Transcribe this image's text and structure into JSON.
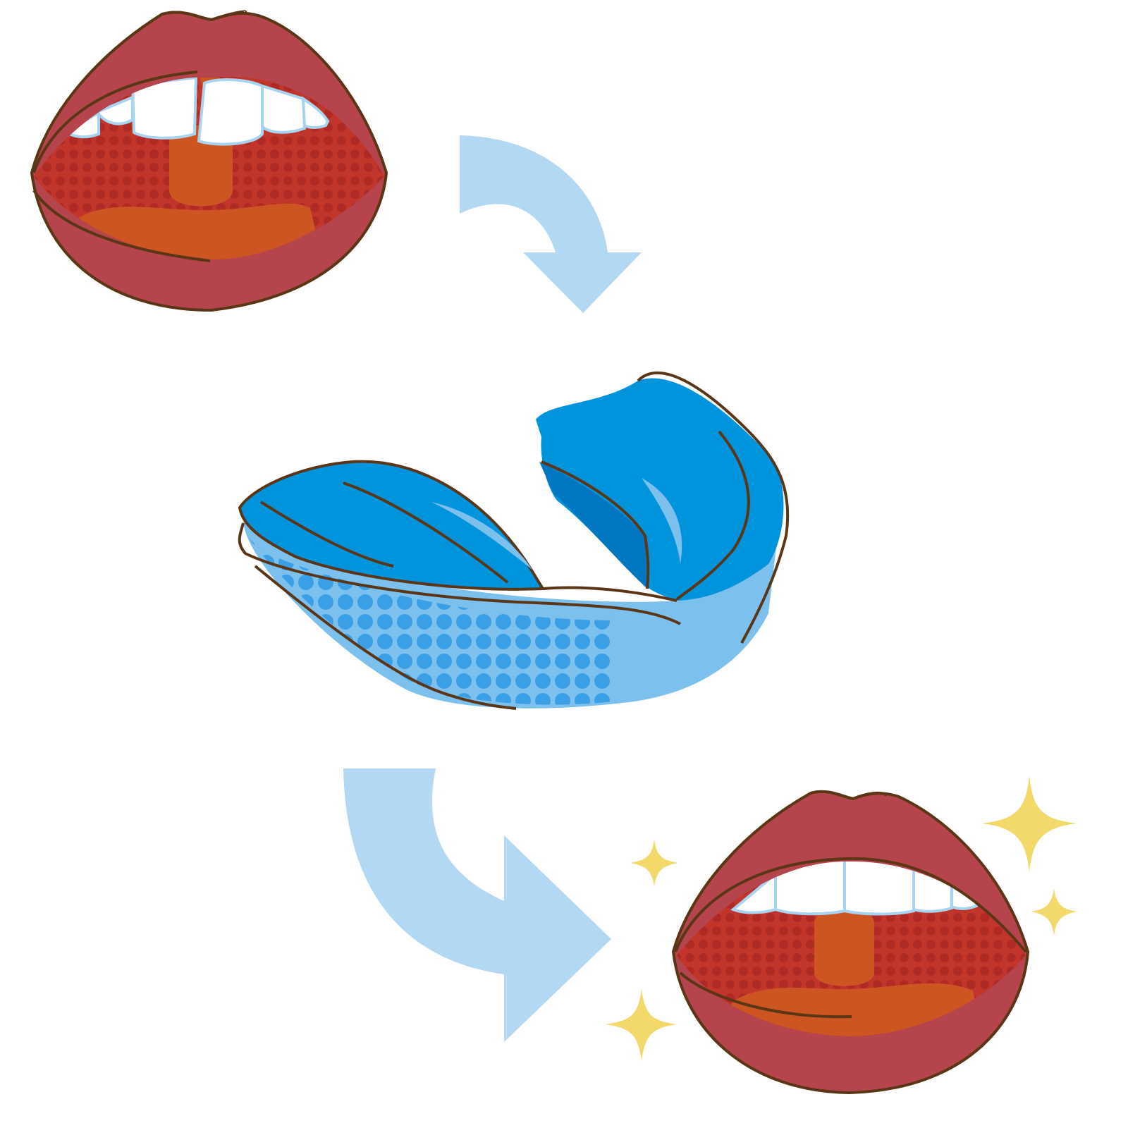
{
  "colors": {
    "background": "#ffffff",
    "lip": "#b5444c",
    "outline": "#5a3516",
    "mouth_interior": "#c2352b",
    "mouth_dots": "#b02a25",
    "tongue": "#cc5522",
    "tooth": "#ffffff",
    "tooth_outline": "#a7d4f0",
    "arrow": "#b3d8f4",
    "guard_dark": "#0094dc",
    "guard_mid": "#12a1e6",
    "guard_light": "#7cc0ee",
    "guard_dots": "#3b9fe6",
    "sparkle": "#f2d96a"
  },
  "steps": [
    {
      "name": "crooked-teeth-mouth",
      "icon": "open-mouth-crooked-teeth-icon"
    },
    {
      "name": "mouthguard-aligner",
      "icon": "mouthguard-icon"
    },
    {
      "name": "straight-teeth-mouth",
      "icon": "open-mouth-straight-teeth-icon"
    }
  ],
  "arrows": [
    {
      "name": "step-1-to-2",
      "icon": "curved-arrow-down-right-icon"
    },
    {
      "name": "step-2-to-3",
      "icon": "curved-arrow-down-right-icon"
    }
  ],
  "sparkles": {
    "count": 4,
    "icon": "sparkle-icon"
  }
}
